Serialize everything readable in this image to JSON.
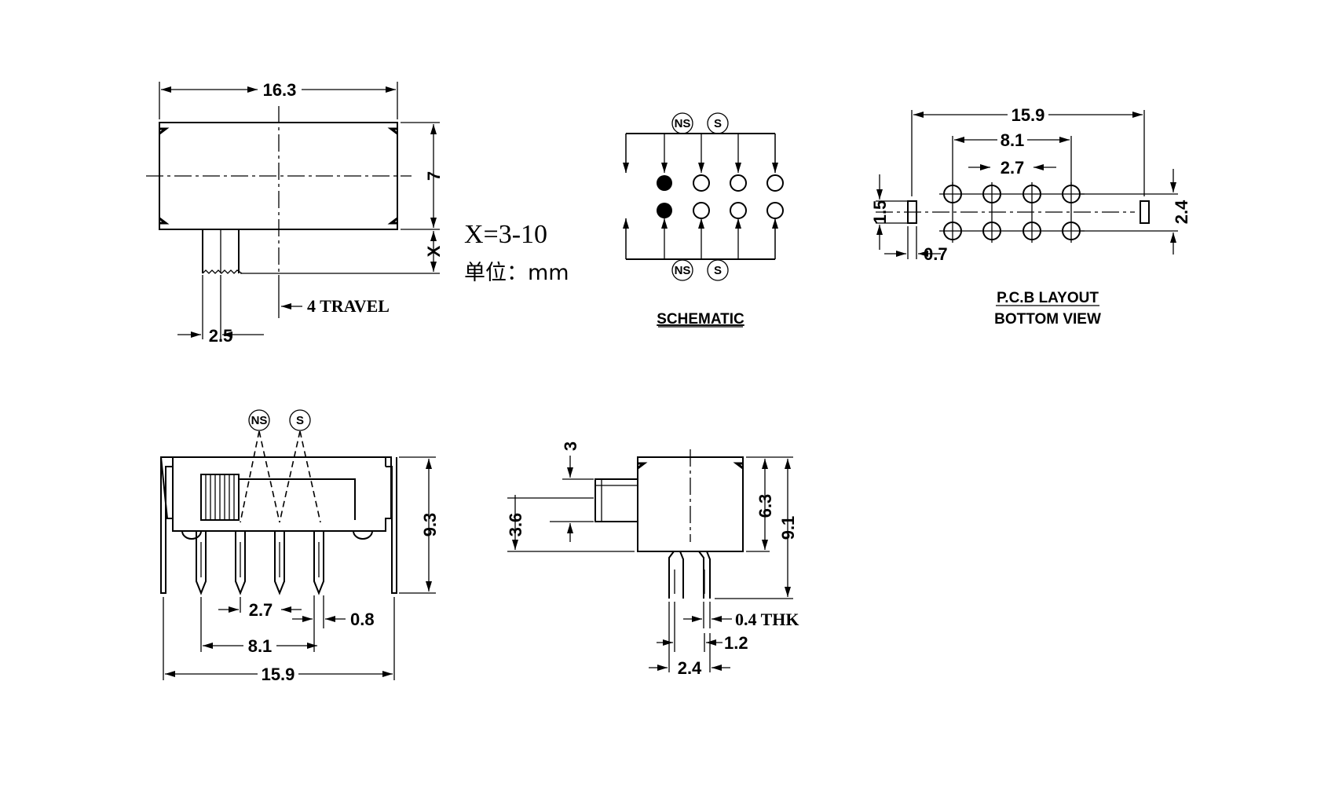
{
  "top_view": {
    "width_label": "16.3",
    "height_label": "7",
    "x_label": "X",
    "travel_label": "4 TRAVEL",
    "actuator_width_label": "2.5"
  },
  "note": {
    "x_range": "X=3-10",
    "unit": "单位：mm"
  },
  "schematic": {
    "title": "SCHEMATIC",
    "pos_ns": "NS",
    "pos_s": "S"
  },
  "pcb": {
    "title": "P.C.B LAYOUT",
    "subtitle": "BOTTOM VIEW",
    "overall_label": "15.9",
    "span_label": "8.1",
    "pitch_label": "2.7",
    "row_label": "2.4",
    "mount_label": "1.5",
    "mount_slot_label": "0.7"
  },
  "front_view": {
    "pos_ns": "NS",
    "pos_s": "S",
    "height_label": "9.3",
    "pitch_label": "2.7",
    "pin_width_label": "0.8",
    "span_label": "8.1",
    "overall_label": "15.9"
  },
  "side_view": {
    "actuator_top_label": "3",
    "actuator_label": "3.6",
    "body_label": "6.3",
    "height_label": "9.1",
    "thickness_label": "0.4 THK",
    "pin_label": "1.2",
    "row_label": "2.4"
  }
}
